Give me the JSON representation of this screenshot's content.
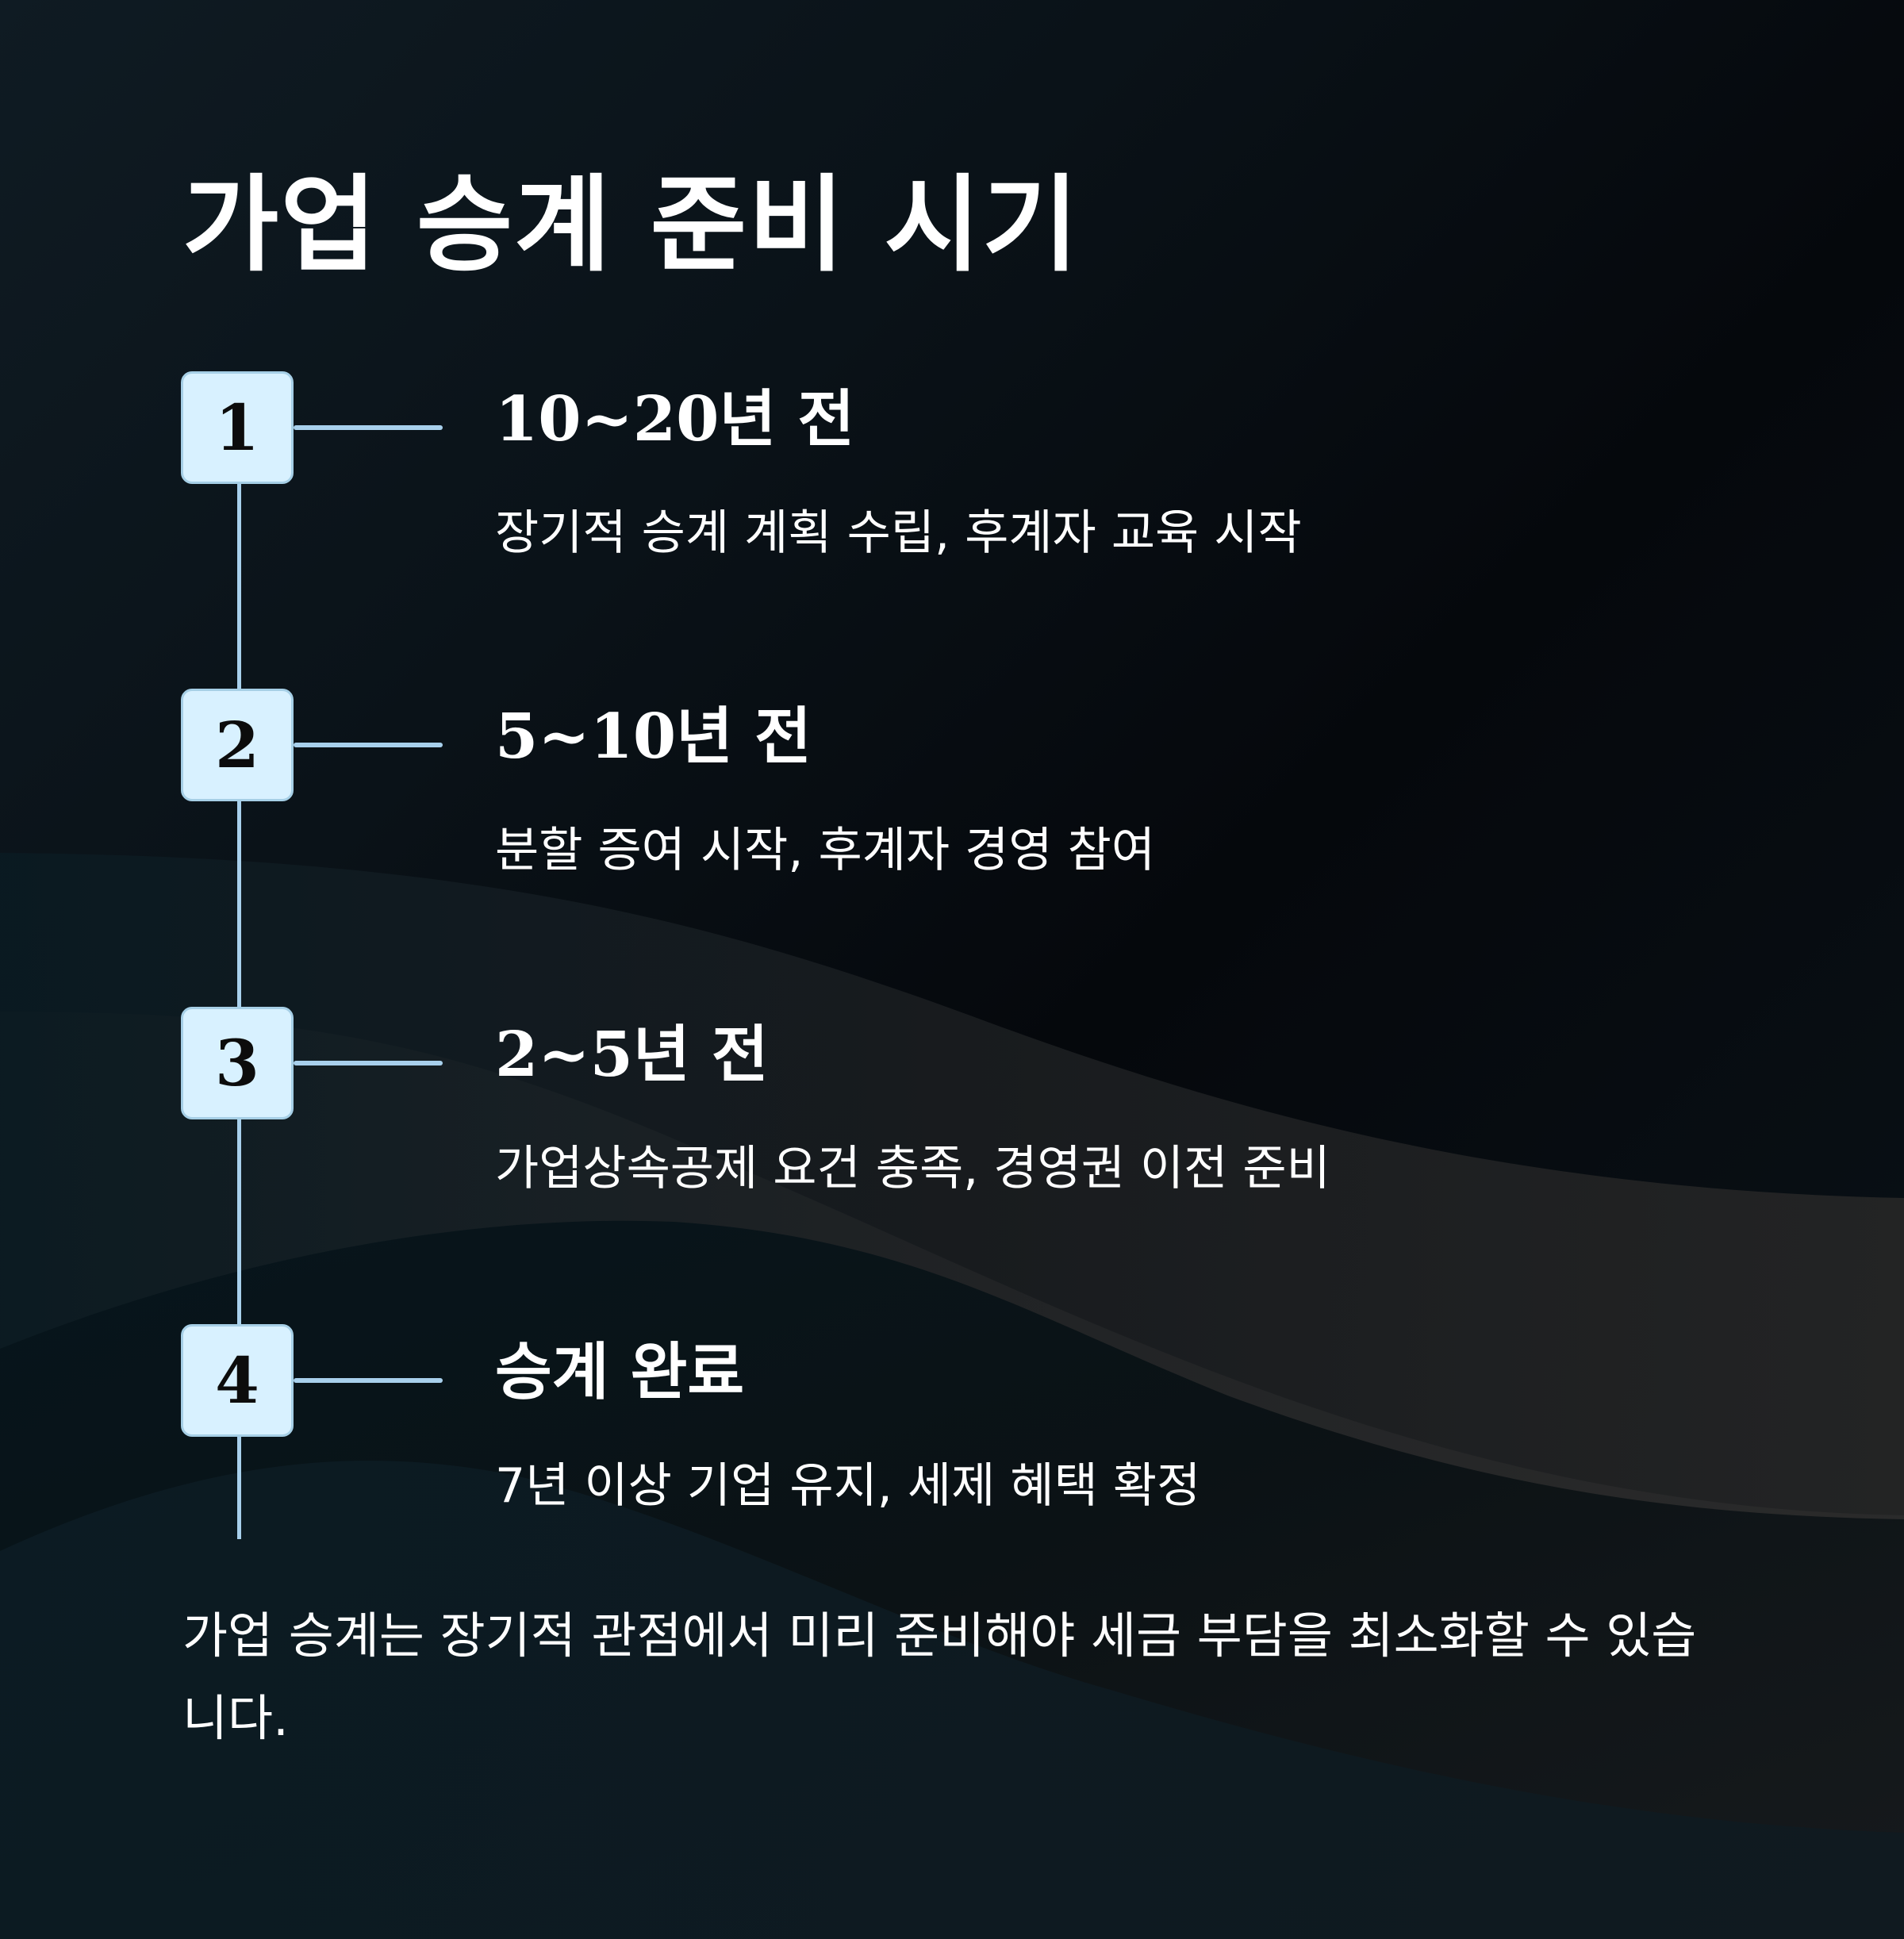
{
  "title": "가업 승계 준비 시기",
  "steps": [
    {
      "number": "1",
      "title": "10~20년 전",
      "description": "장기적 승계 계획 수립, 후계자 교육 시작"
    },
    {
      "number": "2",
      "title": "5~10년 전",
      "description": "분할 증여 시작, 후계자 경영 참여"
    },
    {
      "number": "3",
      "title": "2~5년 전",
      "description": "가업상속공제 요건 충족, 경영권 이전 준비"
    },
    {
      "number": "4",
      "title": "승계 완료",
      "description": "7년 이상 기업 유지, 세제 혜택 확정"
    }
  ],
  "footer": "가업 승계는 장기적 관점에서 미리 준비해야 세금 부담을 최소화할 수 있습니다.",
  "colors": {
    "background_dark": "#05080c",
    "badge_fill": "#d8f1ff",
    "badge_border": "#a6cfe6",
    "line": "#a8d0ec",
    "text": "#ffffff"
  }
}
